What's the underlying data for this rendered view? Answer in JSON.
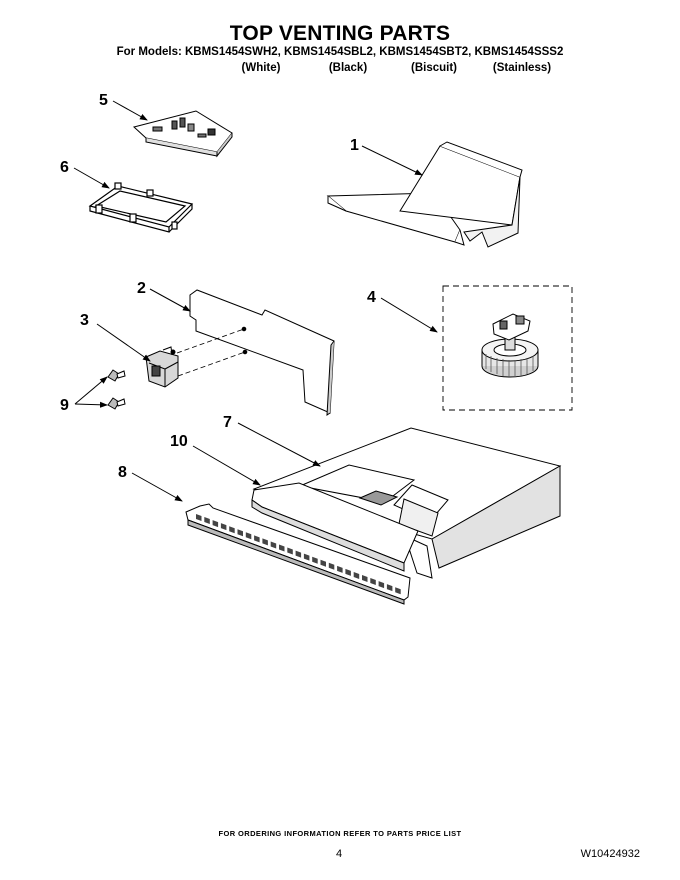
{
  "title": "TOP VENTING PARTS",
  "models_line": "For Models: KBMS1454SWH2, KBMS1454SBL2, KBMS1454SBT2, KBMS1454SSS2",
  "variants": [
    "(White)",
    "(Black)",
    "(Biscuit)",
    "(Stainless)"
  ],
  "callouts": [
    "1",
    "2",
    "3",
    "4",
    "5",
    "6",
    "7",
    "8",
    "9",
    "10"
  ],
  "footer": {
    "note": "FOR ORDERING INFORMATION REFER TO PARTS PRICE LIST",
    "page_number": "4",
    "doc_number": "W10424932"
  }
}
